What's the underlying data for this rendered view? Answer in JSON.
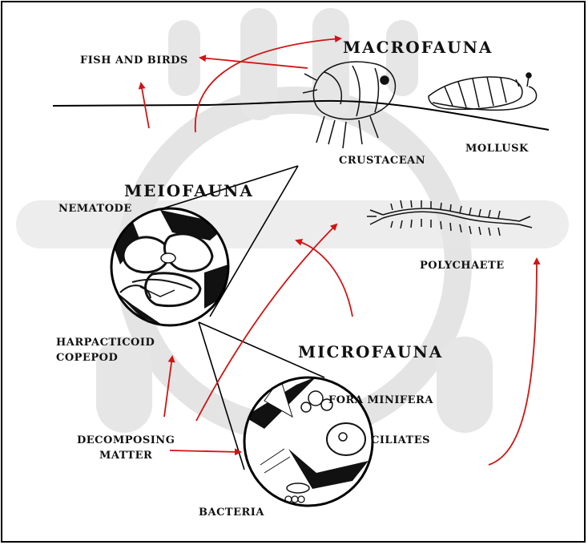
{
  "labels": {
    "macrofauna": "MACROFAUNA",
    "fish_and_birds": "FISH AND BIRDS",
    "crustacean": "CRUSTACEAN",
    "mollusk": "MOLLUSK",
    "meiofauna": "MEIOFAUNA",
    "nematode": "NEMATODE",
    "polychaete": "POLYCHAETE",
    "harpacticoid_copepod": "HARPACTICOID\nCOPEPOD",
    "microfauna": "MICROFAUNA",
    "foraminifera": "FORA MINIFERA",
    "ciliates": "CILIATES",
    "decomposing_matter": "DECOMPOSING\nMATTER",
    "bacteria": "BACTERIA"
  },
  "colors": {
    "arrow": "#d01414",
    "ink": "#111111",
    "watermark": "#e2e2e2"
  }
}
